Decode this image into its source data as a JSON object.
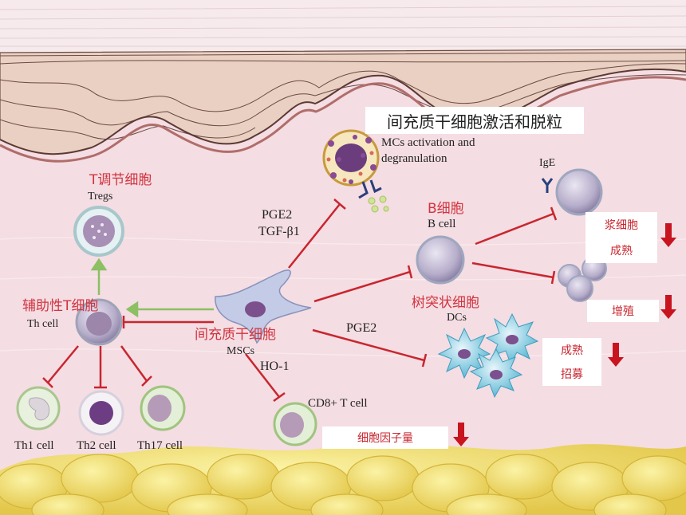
{
  "labels": {
    "mcs_title_zh": "间充质干细胞激活和脱粒",
    "mcs_en_line1": "MCs activation and",
    "mcs_en_line2": "degranulation",
    "treg_zh": "T调节细胞",
    "treg_en": "Tregs",
    "pge2_tgf_line1": "PGE2",
    "pge2_tgf_line2": "TGF-β1",
    "bcell_zh": "B细胞",
    "bcell_en": "B cell",
    "ige": "IgE",
    "th_zh": "辅助性T细胞",
    "th_en": "Th cell",
    "msc_zh": "间充质干细胞",
    "msc_en": "MSCs",
    "pge2_dc": "PGE2",
    "dc_zh": "树突状细胞",
    "dc_en": "DCs",
    "ho1": "HO-1",
    "cd8": "CD8+ T cell",
    "th1": "Th1 cell",
    "th2": "Th2 cell",
    "th17": "Th17 cell"
  },
  "effect_boxes": {
    "plasma_line1": "浆细胞",
    "plasma_line2": "成熟",
    "proliferation": "增殖",
    "dc_line1": "成熟",
    "dc_line2": "招募",
    "cytokines": "细胞因子量"
  },
  "colors": {
    "inhibit_arrow": "#c8262f",
    "promote_arrow": "#8cc063",
    "down_arrow": "#c8141e",
    "background": "#f4dde3",
    "fat": "#ecd868"
  }
}
